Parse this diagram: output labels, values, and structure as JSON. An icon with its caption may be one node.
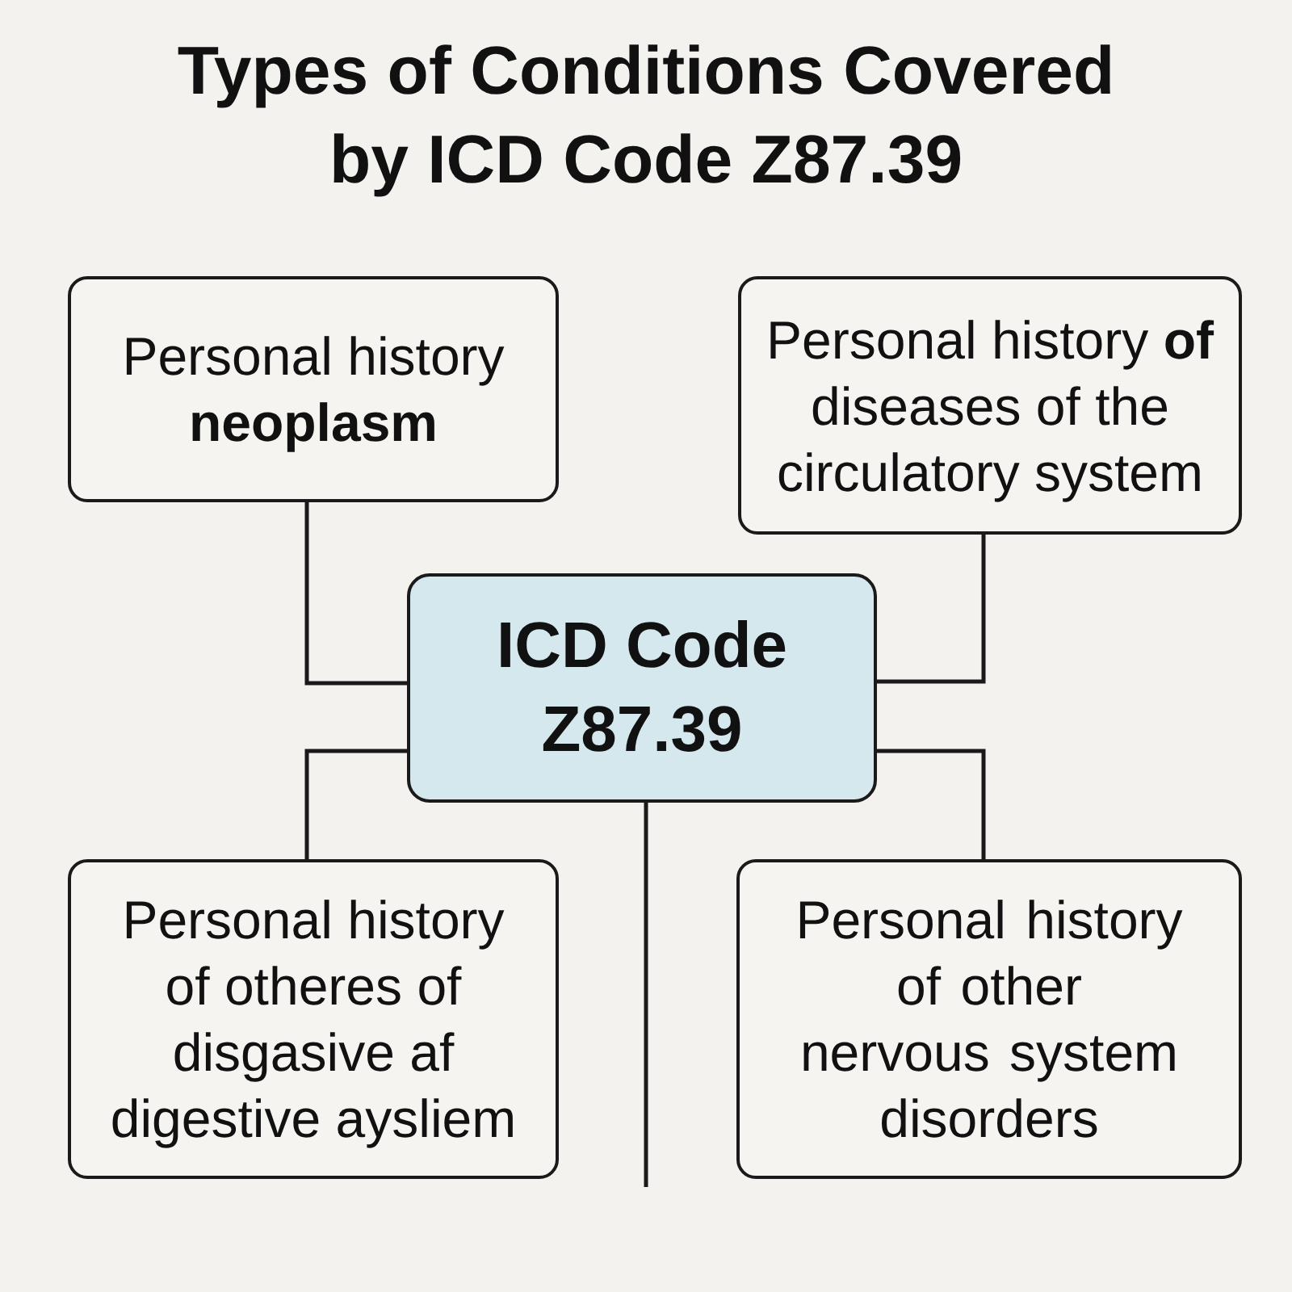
{
  "diagram": {
    "title": "Types of Conditions Covered by ICD Code Z87.39",
    "nodes": [
      {
        "text": [
          "Personal history **neoplasm**"
        ]
      },
      {
        "text": [
          "Personal history **of** diseases of the circulatory system"
        ]
      },
      {
        "text": [
          "ICD Code Z87.39"
        ]
      },
      {
        "text": [
          "Personal history of otheres of disgasive af digestive aysliem"
        ]
      },
      {
        "text": [
          "Personal history of other nervous system disorders"
        ]
      }
    ],
    "edges": [
      {
        "from": 2,
        "to": 0,
        "arrow": "none"
      },
      {
        "from": 2,
        "to": 1,
        "arrow": "none"
      },
      {
        "from": 2,
        "to": 3,
        "arrow": "none"
      },
      {
        "from": 2,
        "to": 4,
        "arrow": "none"
      },
      {
        "from": 2,
        "to": null,
        "arrow": "none"
      }
    ]
  }
}
